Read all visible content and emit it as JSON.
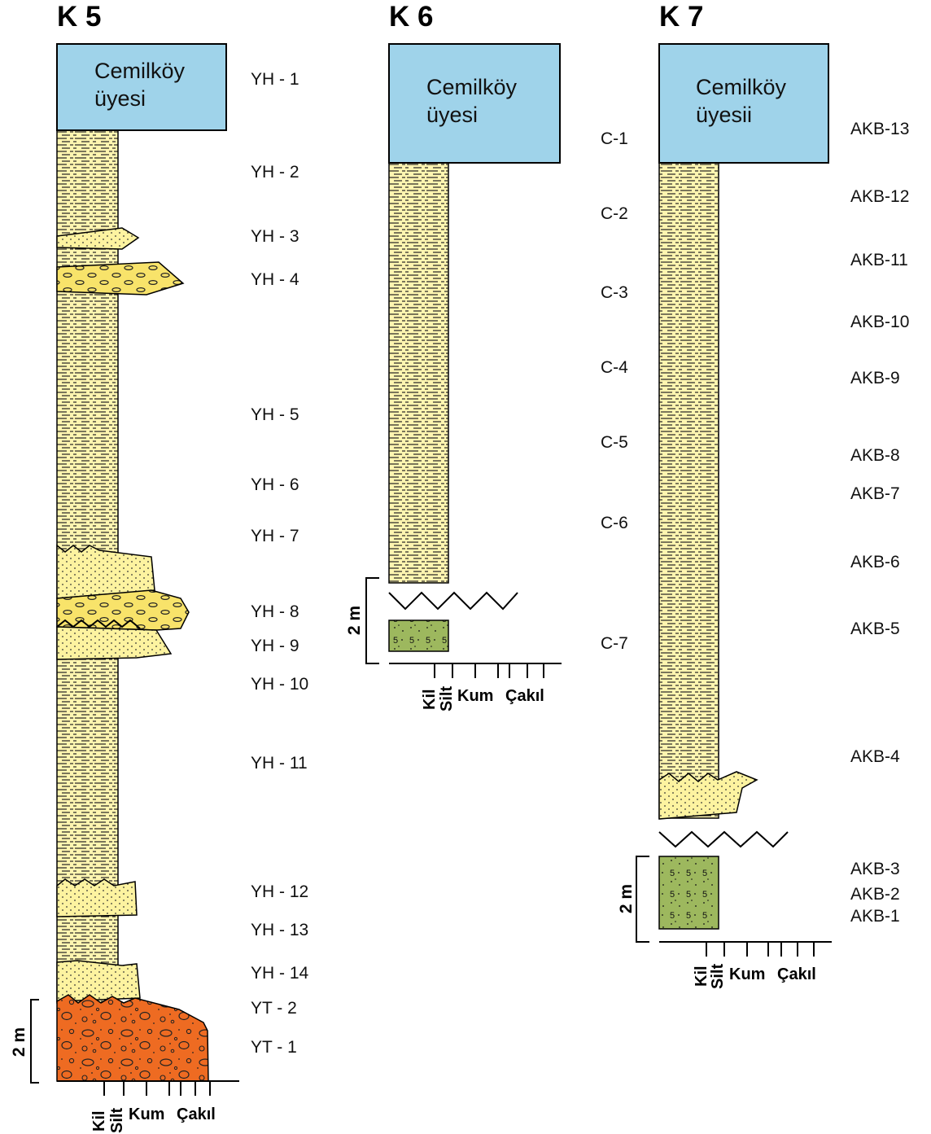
{
  "columns": [
    {
      "title": "K 5",
      "member_line1": "Cemilköy",
      "member_line2": "üyesi",
      "samples": [
        "YH - 1",
        "YH - 2",
        "YH - 3",
        "YH - 4",
        "YH - 5",
        "YH - 6",
        "YH - 7",
        "YH - 8",
        "YH - 9",
        "YH - 10",
        "YH - 11",
        "YH - 12",
        "YH - 13",
        "YH - 14",
        "YT - 2",
        "YT - 1"
      ],
      "scale_label": "2 m",
      "grain_labels": [
        "Kil",
        "Silt",
        "Kum",
        "Çakıl"
      ]
    },
    {
      "title": "K 6",
      "member_line1": "Cemilköy",
      "member_line2": "üyesi",
      "samples": [
        "C-1",
        "C-2",
        "C-3",
        "C-4",
        "C-5",
        "C-6",
        "C-7"
      ],
      "scale_label": "2 m",
      "grain_labels": [
        "Kil",
        "Silt",
        "Kum",
        "Çakıl"
      ]
    },
    {
      "title": "K 7",
      "member_line1": "Cemilköy",
      "member_line2": "üyesii",
      "samples": [
        "AKB-13",
        "AKB-12",
        "AKB-11",
        "AKB-10",
        "AKB-9",
        "AKB-8",
        "AKB-7",
        "AKB-6",
        "AKB-5",
        "AKB-4",
        "AKB-3",
        "AKB-2",
        "AKB-1"
      ],
      "scale_label": "2 m",
      "grain_labels": [
        "Kil",
        "Silt",
        "Kum",
        "Çakıl"
      ]
    }
  ],
  "colors": {
    "member_fill": "#9fd3ea",
    "silt_fill": "#fef5b0",
    "sand_fill": "#fdf3a0",
    "pebble_fill": "#f8e36a",
    "conglomerate_fill": "#ee6b22",
    "tuff_fill": "#9db85e"
  }
}
